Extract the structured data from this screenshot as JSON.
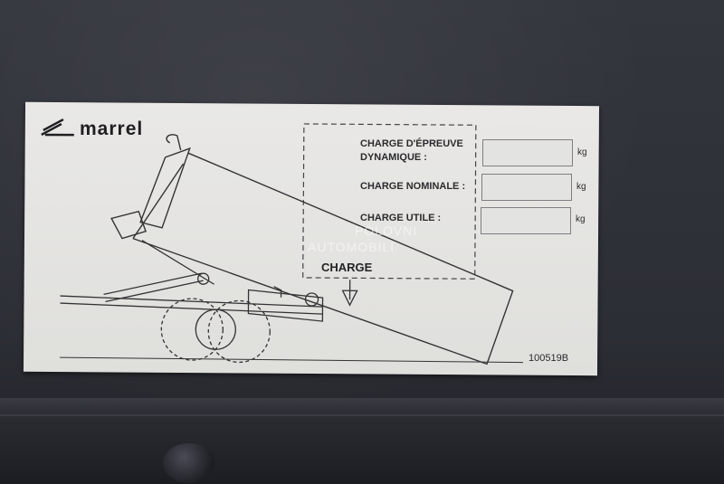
{
  "plate": {
    "brand": "marrel",
    "fields": [
      {
        "label_line1": "CHARGE D'ÉPREUVE",
        "label_line2": "DYNAMIQUE :",
        "unit": "kg"
      },
      {
        "label_line1": "CHARGE NOMINALE :",
        "label_line2": "",
        "unit": "kg"
      },
      {
        "label_line1": "CHARGE UTILE :",
        "label_line2": "",
        "unit": "kg"
      }
    ],
    "diagram_label": "CHARGE",
    "code": "100519B"
  },
  "watermark": {
    "line1": "POLOVNI",
    "line2": "AUTOMOBILI"
  },
  "colors": {
    "plate": "#e4e4e1",
    "metal": "#2f3138",
    "ink": "#2b2b2e"
  }
}
